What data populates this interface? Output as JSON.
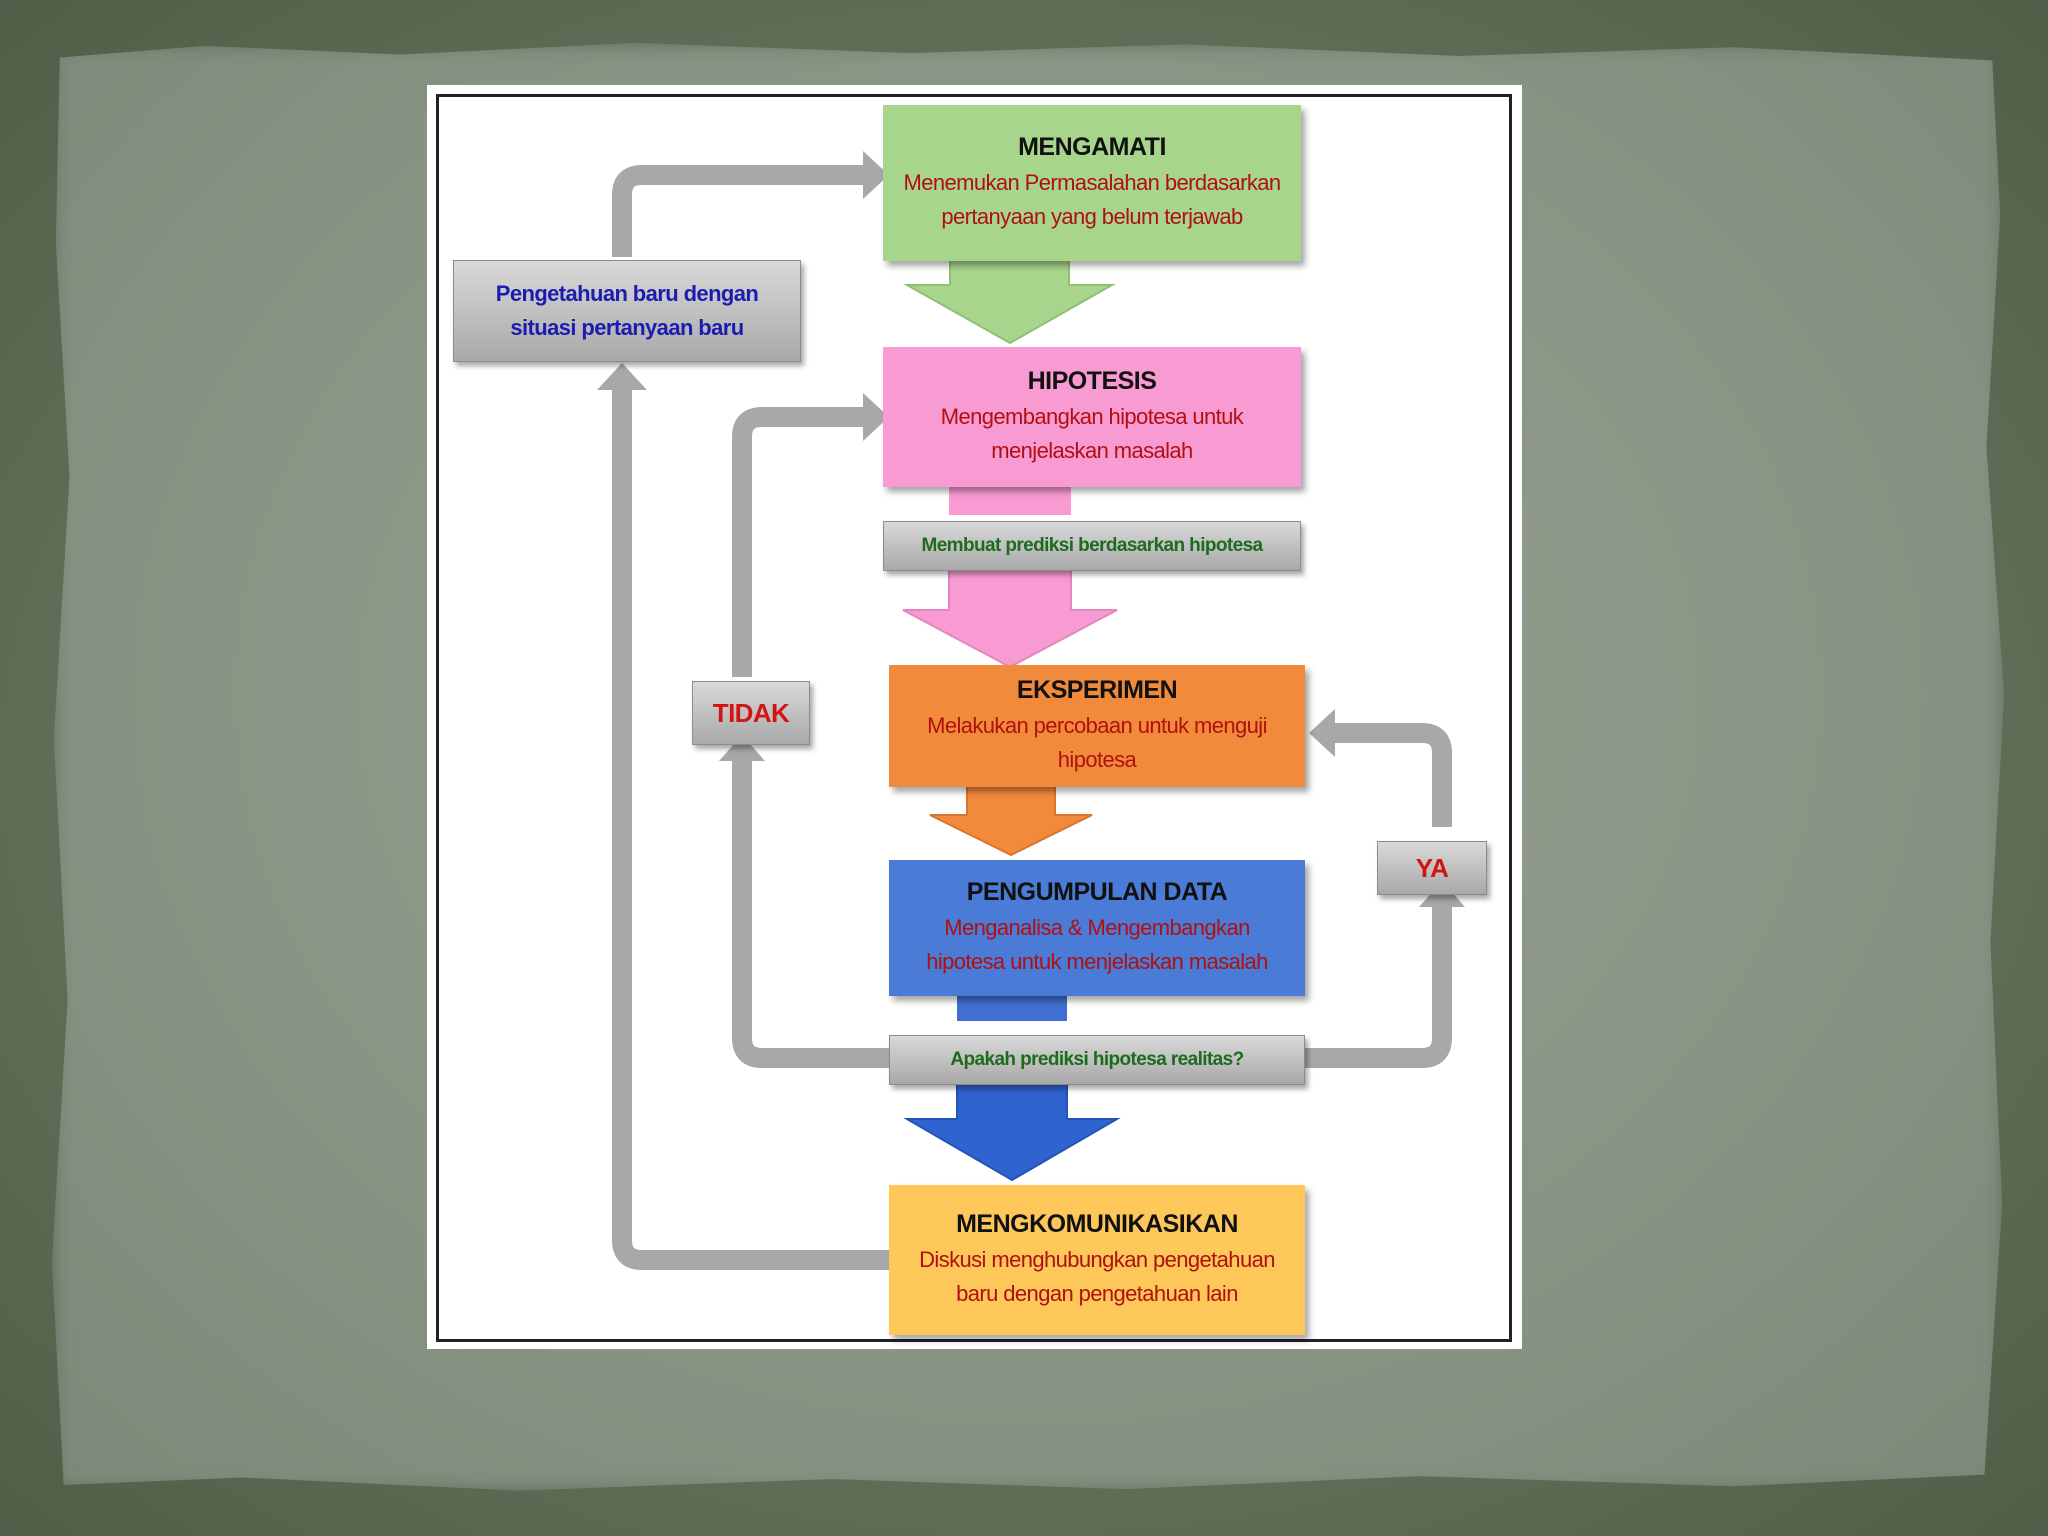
{
  "steps": {
    "mengamati": {
      "title": "MENGAMATI",
      "desc": "Menemukan Permasalahan berdasarkan pertanyaan yang belum terjawab",
      "color": "#a8d58c"
    },
    "hipotesis": {
      "title": "HIPOTESIS",
      "desc": "Mengembangkan hipotesa untuk menjelaskan masalah",
      "color": "#f89bd2"
    },
    "eksperimen": {
      "title": "EKSPERIMEN",
      "desc": "Melakukan percobaan untuk menguji hipotesa",
      "color": "#f28a3c"
    },
    "pengumpulan": {
      "title": "PENGUMPULAN DATA",
      "desc": "Menganalisa & Mengembangkan hipotesa untuk menjelaskan masalah",
      "color": "#4a7bd6"
    },
    "mengkomunikasikan": {
      "title": "MENGKOMUNIKASIKAN",
      "desc": "Diskusi menghubungkan pengetahuan baru dengan pengetahuan lain",
      "color": "#fdc75a"
    }
  },
  "labels": {
    "pengetahuan_baru": "Pengetahuan baru dengan situasi pertanyaan baru",
    "prediksi": "Membuat prediksi berdasarkan hipotesa",
    "realitas": "Apakah prediksi hipotesa realitas?",
    "tidak": "TIDAK",
    "ya": "YA"
  }
}
